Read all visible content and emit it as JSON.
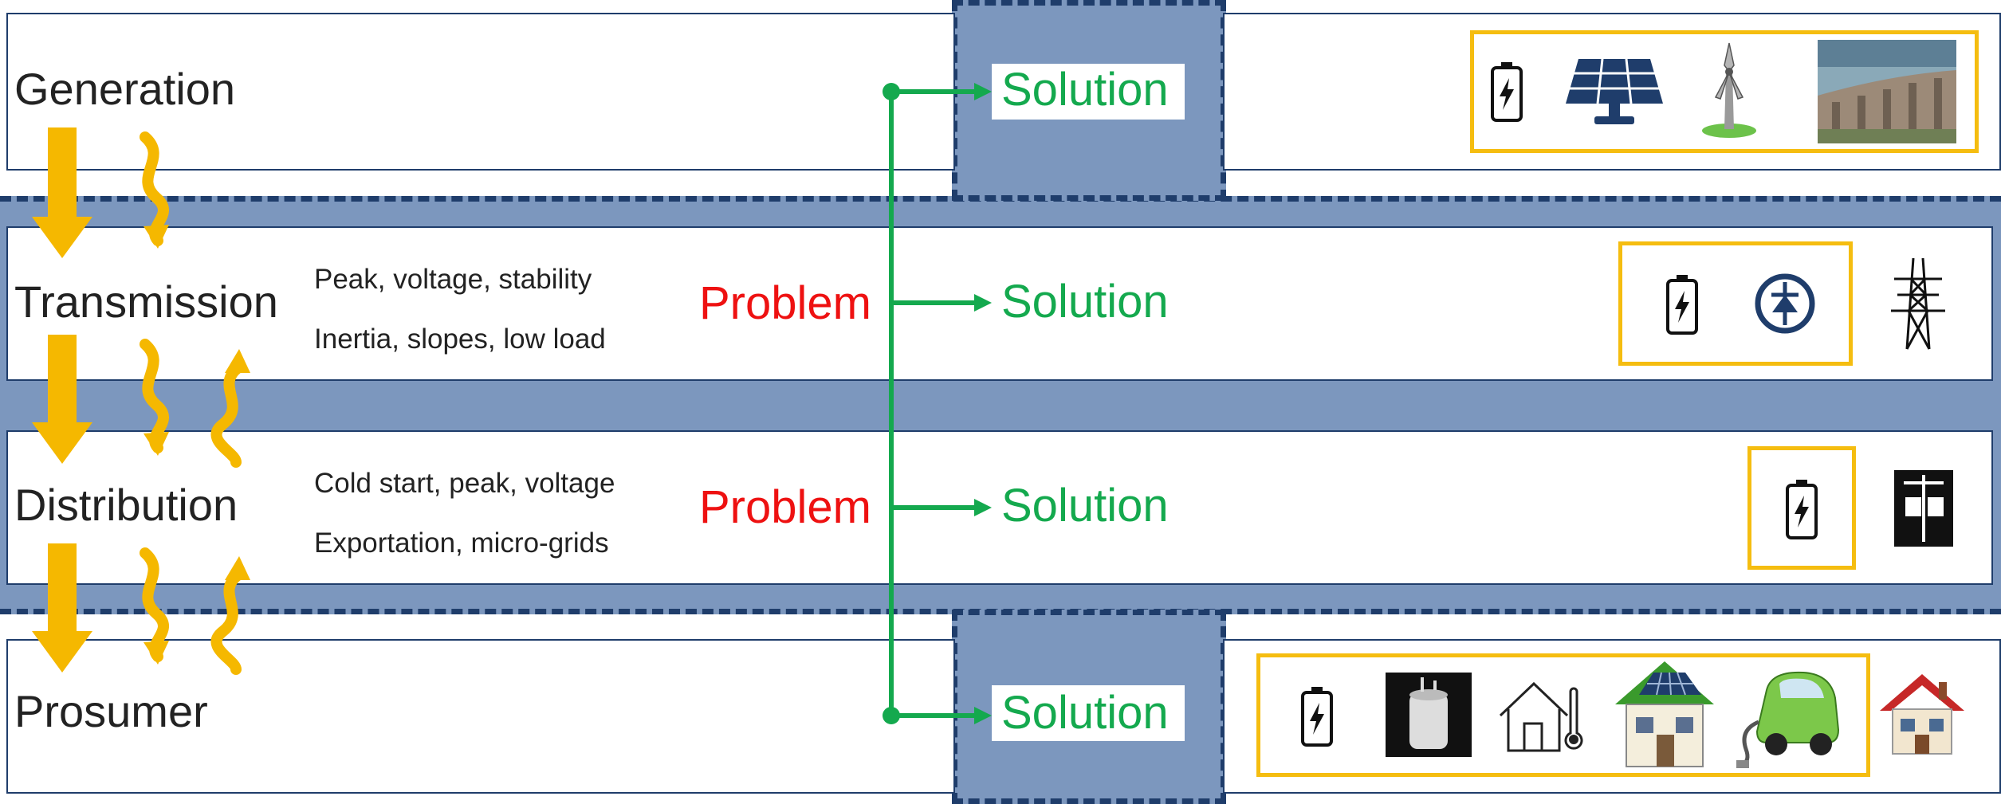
{
  "lanes": [
    {
      "label": "Generation"
    },
    {
      "label": "Transmission",
      "issues": [
        "Peak, voltage, stability",
        "Inertia, slopes, low load"
      ],
      "problem": "Problem"
    },
    {
      "label": "Distribution",
      "issues": [
        "Cold start, peak, voltage",
        "Exportation, micro-grids"
      ],
      "problem": "Problem"
    },
    {
      "label": "Prosumer"
    }
  ],
  "solution_label": "Solution",
  "icons": {
    "generation": [
      "battery-icon",
      "solar-panel-icon",
      "wind-turbine-icon",
      "hydro-dam-icon"
    ],
    "transmission": [
      "battery-icon",
      "diode-icon",
      "transmission-tower-icon"
    ],
    "distribution": [
      "battery-icon",
      "utility-pole-transformer-icon"
    ],
    "prosumer": [
      "battery-icon",
      "water-heater-icon",
      "smart-home-thermostat-icon",
      "solar-house-icon",
      "electric-car-icon",
      "house-icon"
    ]
  },
  "colors": {
    "band": "#7c97be",
    "dash": "#1f3d6b",
    "solution": "#14a94e",
    "problem": "#ee1111",
    "flow_arrow": "#f5b800",
    "tech_box": "#f5bd10"
  }
}
